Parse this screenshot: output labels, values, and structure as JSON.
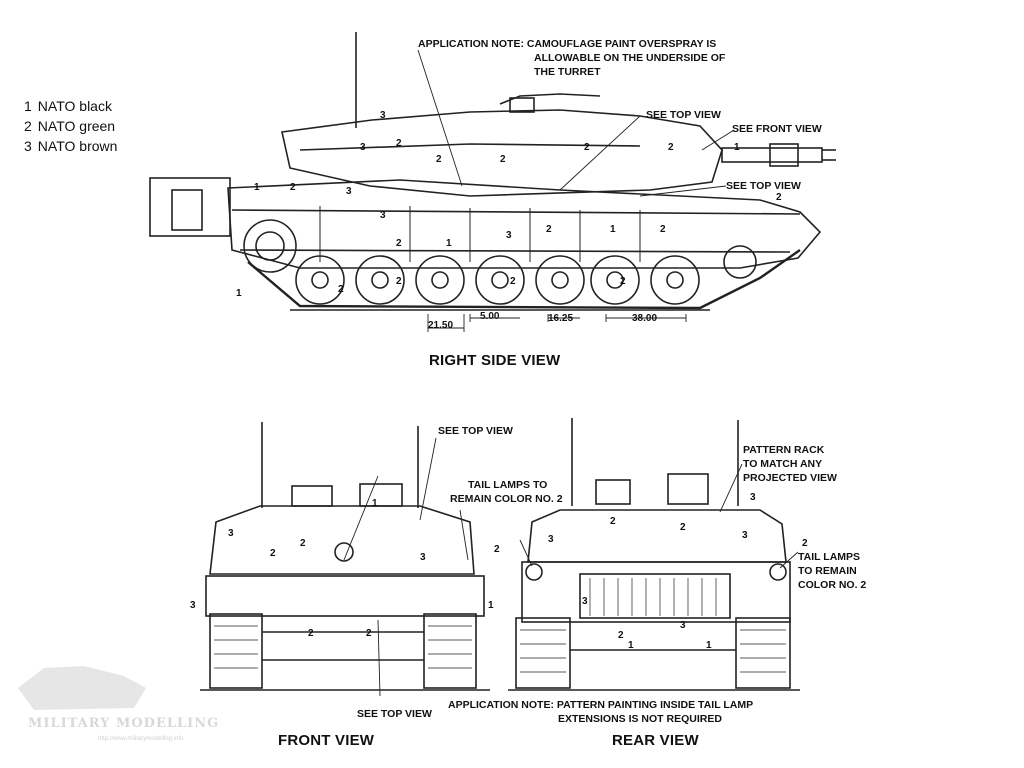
{
  "legend": [
    {
      "num": "1",
      "label": "NATO black"
    },
    {
      "num": "2",
      "label": "NATO green"
    },
    {
      "num": "3",
      "label": "NATO brown"
    }
  ],
  "captions": {
    "right_side": "RIGHT SIDE VIEW",
    "front": "FRONT VIEW",
    "rear": "REAR VIEW"
  },
  "notes": {
    "app_note_top": [
      "APPLICATION NOTE: CAMOUFLAGE PAINT OVERSPRAY IS",
      "ALLOWABLE ON THE UNDERSIDE OF",
      "THE TURRET"
    ],
    "see_top_view": "SEE TOP VIEW",
    "see_front_view": "SEE FRONT VIEW",
    "tail_lamps_front": [
      "TAIL LAMPS TO",
      "REMAIN COLOR NO. 2"
    ],
    "pattern_rack": [
      "PATTERN RACK",
      "TO MATCH ANY",
      "PROJECTED VIEW"
    ],
    "tail_lamps_rear": [
      "TAIL LAMPS",
      "TO REMAIN",
      "COLOR NO. 2"
    ],
    "app_note_bottom": [
      "APPLICATION NOTE: PATTERN PAINTING INSIDE TAIL LAMP",
      "EXTENSIONS IS NOT REQUIRED"
    ]
  },
  "dimensions": [
    "21.50",
    "5.00",
    "16.25",
    "38.00"
  ],
  "watermark": {
    "title": "MILITARY MODELLING",
    "url": "http://www.militarymodelling.info"
  }
}
